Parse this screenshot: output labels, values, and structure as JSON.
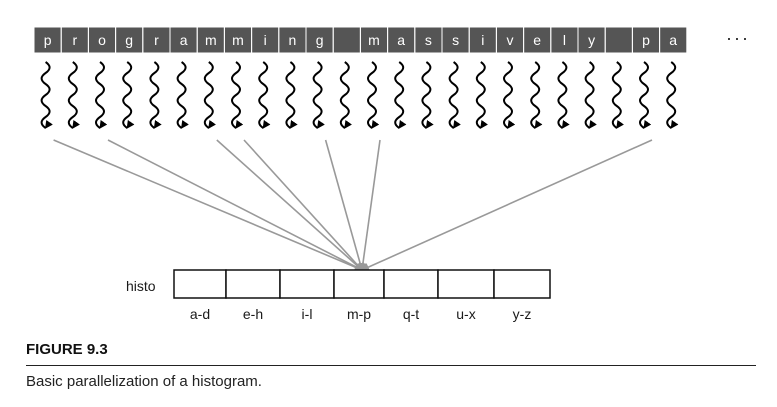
{
  "input": {
    "cells": [
      "p",
      "r",
      "o",
      "g",
      "r",
      "a",
      "m",
      "m",
      "i",
      "n",
      "g",
      " ",
      "m",
      "a",
      "s",
      "s",
      "i",
      "v",
      "e",
      "l",
      "y",
      " ",
      "p",
      "a"
    ],
    "ellipsis": "···",
    "cell_color": "#555555"
  },
  "arrow_color": "#999999",
  "histogram": {
    "label": "histo",
    "bins": [
      "a-d",
      "e-h",
      "i-l",
      "m-p",
      "q-t",
      "u-x",
      "y-z"
    ]
  },
  "figure": {
    "label": "FIGURE 9.3",
    "caption": "Basic parallelization of a histogram."
  }
}
